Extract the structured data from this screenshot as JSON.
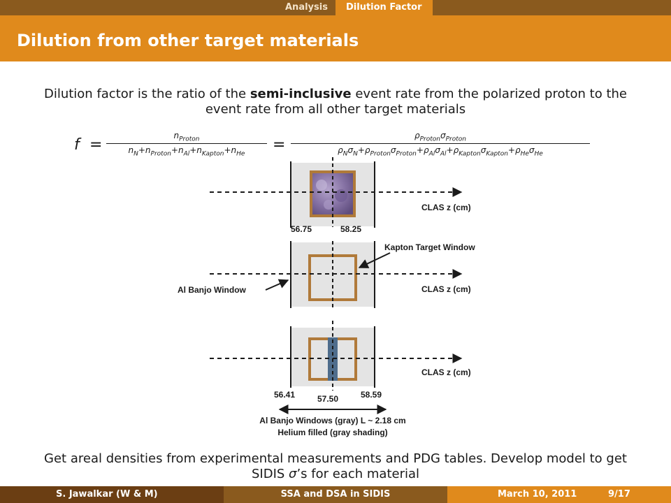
{
  "nav": {
    "section": "Analysis",
    "subsection": "Dilution Factor"
  },
  "slide": {
    "title": "Dilution from other target materials"
  },
  "intro": {
    "line1_pre": "Dilution factor is the ratio of the ",
    "line1_bold": "semi-inclusive",
    "line1_post": " event rate from the polarized proton to the",
    "line2": "event rate from all other target materials"
  },
  "formula": {
    "lhs": "f"
  },
  "figure": {
    "axis_label": "CLAS z (cm)",
    "top_left_tick": "56.75",
    "top_right_tick": "58.25",
    "kapton_label": "Kapton Target Window",
    "banjo_label": "Al Banjo Window",
    "bottom_left_tick": "56.41",
    "bottom_mid_tick": "57.50",
    "bottom_right_tick": "58.59",
    "caption1": "Al Banjo Windows (gray) L ~ 2.18 cm",
    "caption2": "Helium filled (gray shading)"
  },
  "outro": {
    "line1": "Get areal densities from experimental measurements and PDG tables. Develop model to get",
    "line2_pre": "SIDIS ",
    "line2_sym": "σ",
    "line2_post": "’s for each material"
  },
  "footer": {
    "author": "S. Jawalkar  (W & M)",
    "talk": "SSA and DSA in SIDIS",
    "date": "March 10, 2011",
    "page": "9/17"
  },
  "colors": {
    "orange": "#e08a1c",
    "dark_brown": "#6b3e13",
    "mid_brown": "#8a5a1e",
    "kapton": "#b07a3a",
    "gray_shading": "#e4e4e4",
    "target_blue": "#4f6d8c"
  }
}
